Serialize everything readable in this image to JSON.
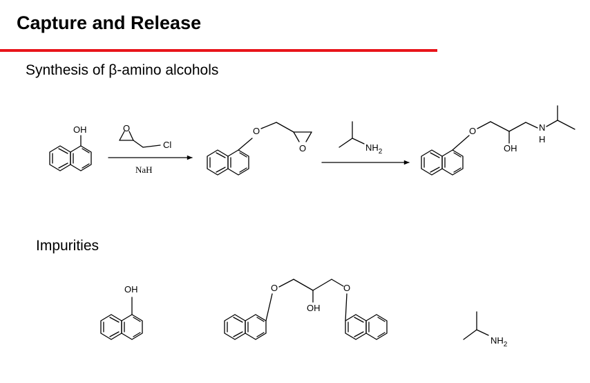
{
  "slide": {
    "title": "Capture and Release",
    "subtitle": "Synthesis of β-amino alcohols",
    "impurities_label": "Impurities"
  },
  "scheme": {
    "reagent_nah": "NaH",
    "labels": {
      "oh": "OH",
      "o": "O",
      "cl": "Cl",
      "nh": "NH",
      "n": "N",
      "h": "H",
      "sub2": "2"
    }
  },
  "colors": {
    "accent_rule": "#e8151b",
    "bond": "#000000"
  }
}
